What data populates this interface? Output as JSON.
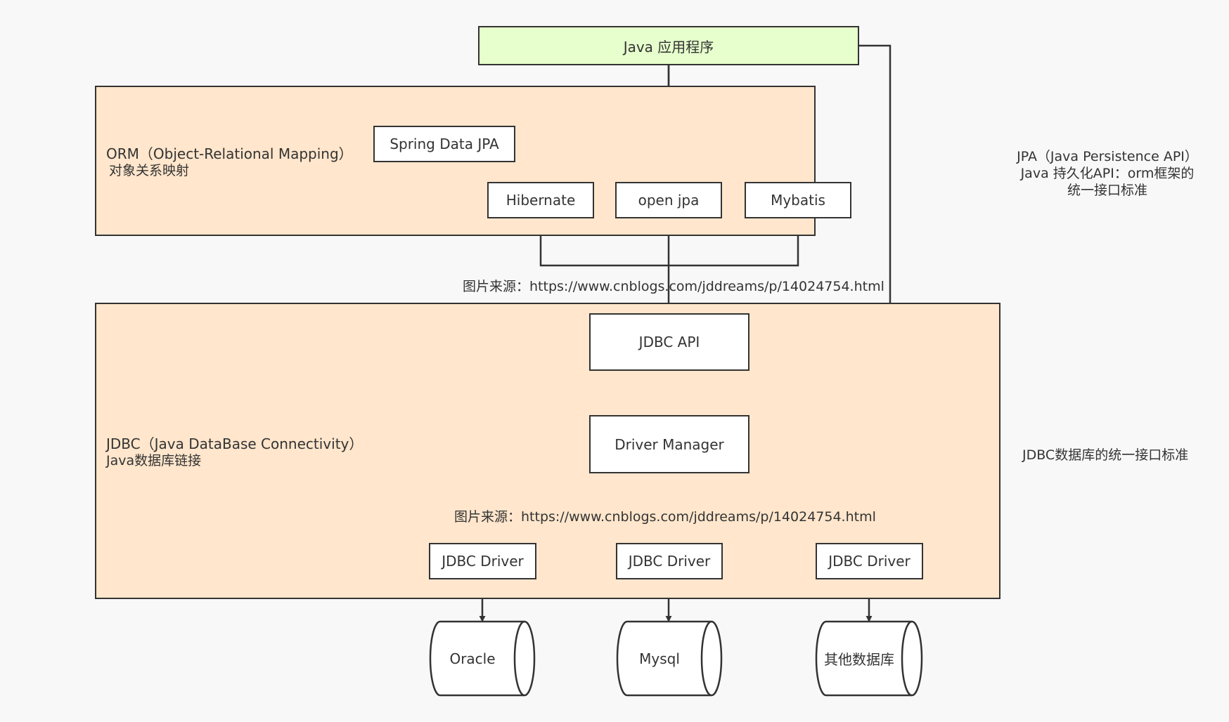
{
  "colors": {
    "background": "#f8f8f8",
    "top_box_fill": "#e6ffcc",
    "region_fill": "#ffe6cc",
    "box_fill": "#ffffff",
    "stroke": "#333333"
  },
  "top": {
    "title": "Java 应用程序"
  },
  "orm": {
    "title": "ORM（Object-Relational Mapping）",
    "subtitle": "对象关系映射",
    "nodes": {
      "spring_data_jpa": "Spring Data JPA",
      "hibernate": "Hibernate",
      "open_jpa": "open jpa",
      "mybatis": "Mybatis"
    }
  },
  "jpa_note": {
    "line1": "JPA（Java Persistence API）",
    "line2": "Java 持久化API：orm框架的",
    "line3": "统一接口标准"
  },
  "watermark1": "图片来源：https://www.cnblogs.com/jddreams/p/14024754.html",
  "watermark2": "图片来源：https://www.cnblogs.com/jddreams/p/14024754.html",
  "jdbc": {
    "title": "JDBC（Java DataBase Connectivity）",
    "subtitle": "Java数据库链接",
    "api": "JDBC API",
    "driver_manager": "Driver Manager",
    "drivers": [
      "JDBC Driver",
      "JDBC Driver",
      "JDBC Driver"
    ]
  },
  "jdbc_note": "JDBC数据库的统一接口标准",
  "databases": [
    "Oracle",
    "Mysql",
    "其他数据库"
  ]
}
